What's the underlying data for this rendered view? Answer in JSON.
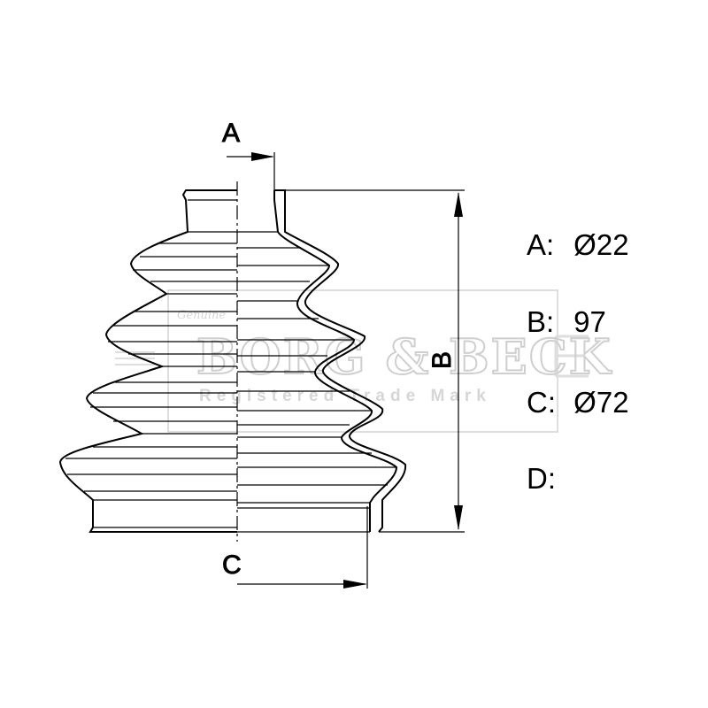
{
  "dimension_labels": {
    "a": "A",
    "b": "B",
    "c": "C"
  },
  "specs": [
    {
      "key": "A:",
      "value": "Ø22"
    },
    {
      "key": "B:",
      "value": "97"
    },
    {
      "key": "C:",
      "value": "Ø72"
    },
    {
      "key": "D:",
      "value": ""
    }
  ],
  "watermark": {
    "genuine": "Genuine",
    "brand": "BORG & BECK",
    "registered": "Registered Trade Mark",
    "color": "#cfcfcf"
  },
  "colors": {
    "line": "#000000",
    "background": "#ffffff"
  }
}
